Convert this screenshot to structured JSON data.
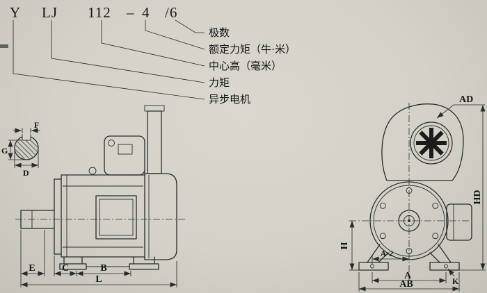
{
  "colors": {
    "background": "#d4d1c8",
    "line": "#2b2b2b",
    "dark_fill": "#1c1c1c"
  },
  "model_code": {
    "p0": "Y",
    "p1": "LJ",
    "p2": "112",
    "p3": "–",
    "p4": "4",
    "p5": "/6"
  },
  "callouts": {
    "poles": "极数",
    "rated_torque": "额定力矩（牛·米）",
    "center_height": "中心高（毫米）",
    "torque": "力矩",
    "async_motor": "异步电机"
  },
  "side_view": {
    "dims": {
      "E": "E",
      "C": "C",
      "B": "B",
      "L": "L"
    },
    "shaft_detail": {
      "F": "F",
      "G": "G",
      "D": "D"
    }
  },
  "front_view": {
    "dims": {
      "AD": "AD",
      "HD": "HD",
      "H": "H",
      "A2": "A-2",
      "A": "A",
      "AB": "AB",
      "K": "K"
    }
  }
}
